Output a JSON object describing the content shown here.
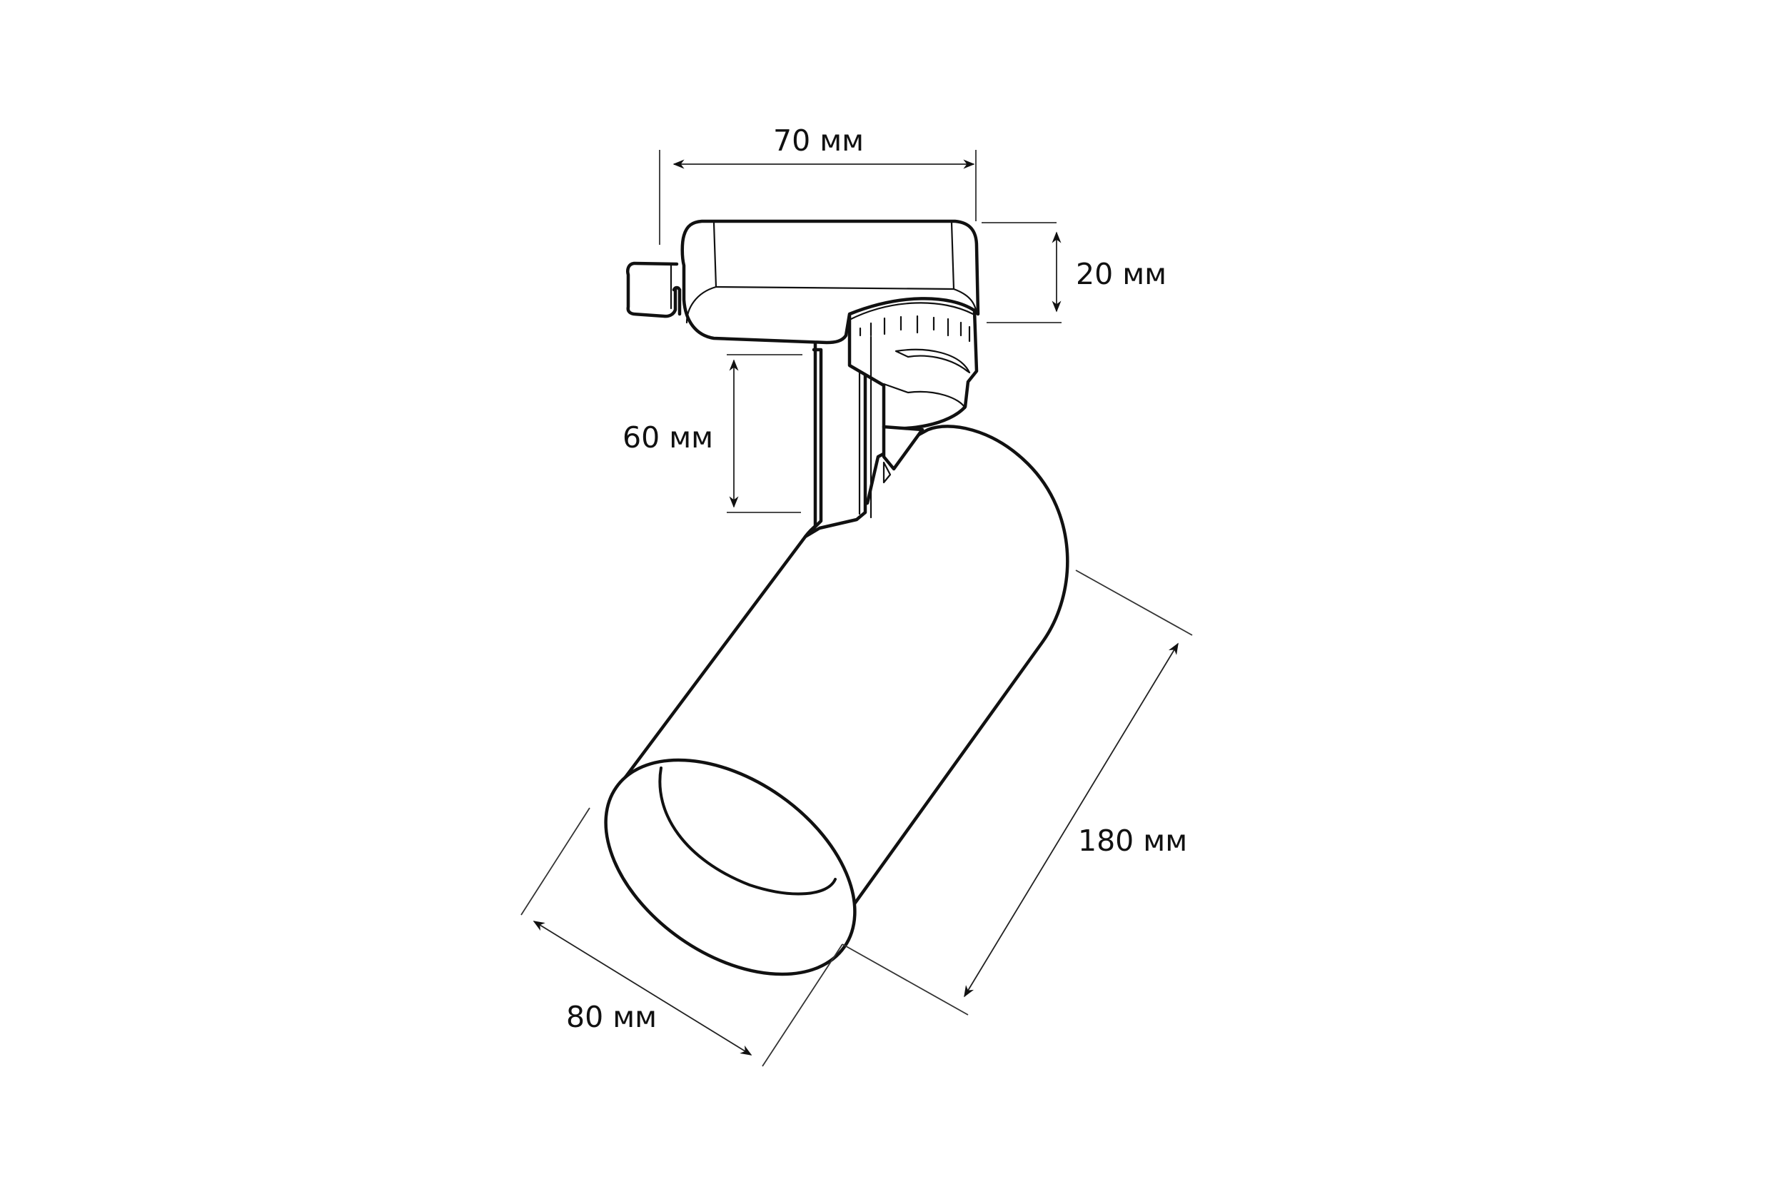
{
  "drawing": {
    "subject": "Track spotlight dimension drawing",
    "colors": {
      "line": "#111111",
      "background": "#ffffff"
    }
  },
  "dimensions": {
    "adapter_width": {
      "label": "70 мм"
    },
    "adapter_height": {
      "label": "20 мм"
    },
    "stem_height": {
      "label": "60 мм"
    },
    "body_length": {
      "label": "180 мм"
    },
    "body_diameter": {
      "label": "80 мм"
    }
  }
}
